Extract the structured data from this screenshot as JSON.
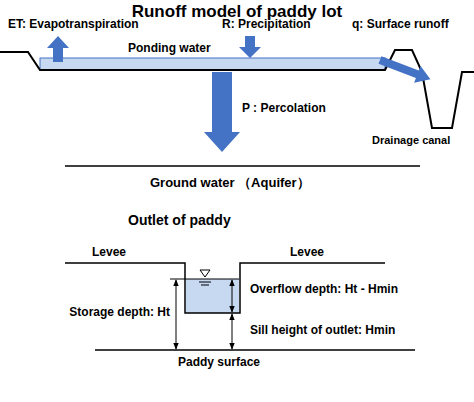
{
  "diagram": {
    "title": "Runoff model of paddy lot",
    "labels": [
      "ET: Evapotranspiration",
      "R: Precipitation",
      "Ponding water",
      "q: Surface runoff",
      "P : Percolation",
      "Drainage canal",
      "Ground water （Aquifer）",
      "Outlet of paddy",
      "Levee",
      "Levee",
      "Overflow depth: Ht - Hmin",
      "Storage depth: Ht",
      "Sill height of outlet: Hmin",
      "Paddy surface"
    ]
  }
}
